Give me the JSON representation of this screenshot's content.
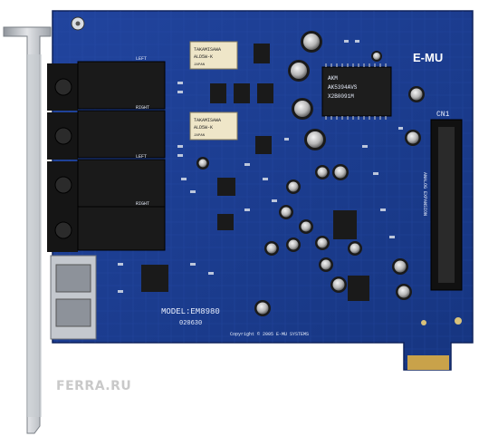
{
  "brand": {
    "logo_text": "E-MU"
  },
  "board": {
    "model_label": "MODEL:EM8980",
    "revision": "020630",
    "copyright": "Copyright © 2005 E-MU SYSTEMS",
    "connector_label": "CN1",
    "expansion_label": "ANALOG EXPANSION",
    "chip_akm": [
      "AKM",
      "AK5394AVS",
      "X2B0091M"
    ],
    "relay_top": [
      "TAKAMISAWA",
      "ALD5W-K",
      "JAPAN"
    ],
    "relay_bottom": [
      "TAKAMISAWA",
      "ALD5W-K",
      "JAPAN"
    ],
    "jack_labels": [
      "LEFT",
      "RIGHT",
      "LEFT",
      "RIGHT"
    ]
  },
  "watermark": {
    "text": "FERRA.RU"
  },
  "colors": {
    "pcb": "#1b3a8f",
    "pcb_dark": "#12296b",
    "bracket": "#b8bcc2",
    "gold_contacts": "#c9a24a",
    "jack_black": "#1a1a1a"
  }
}
